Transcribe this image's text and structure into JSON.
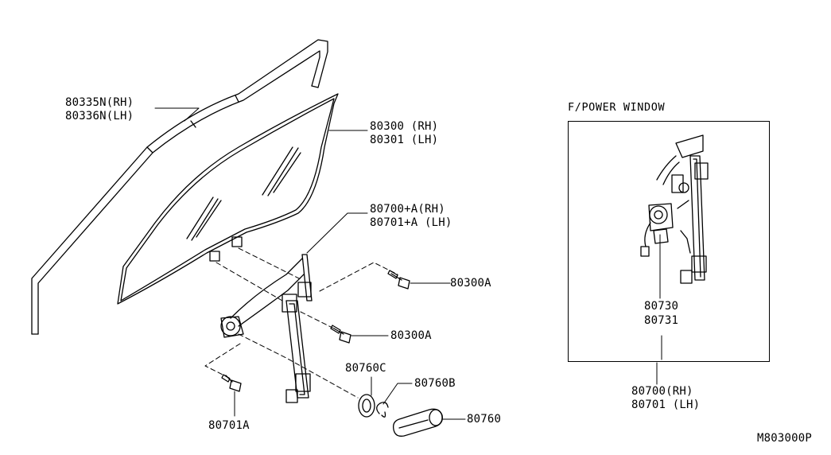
{
  "parts": {
    "molding": [
      "80335N(RH)",
      "80336N(LH)"
    ],
    "glass": [
      "80300 (RH)",
      "80301 (LH)"
    ],
    "regulator_assembly": [
      "80700+A(RH)",
      "80701+A (LH)"
    ],
    "bolt_upper": "80300A",
    "bolt_lower": "80300A",
    "escutcheon": "80760C",
    "clip": "80760B",
    "handle": "80760",
    "bolt_regulator": "80701A"
  },
  "power_window": {
    "title": "F/POWER WINDOW",
    "motor": [
      "80730",
      "80731"
    ],
    "regulator": [
      "80700(RH)",
      "80701 (LH)"
    ]
  },
  "diagram_code": "M803000P"
}
